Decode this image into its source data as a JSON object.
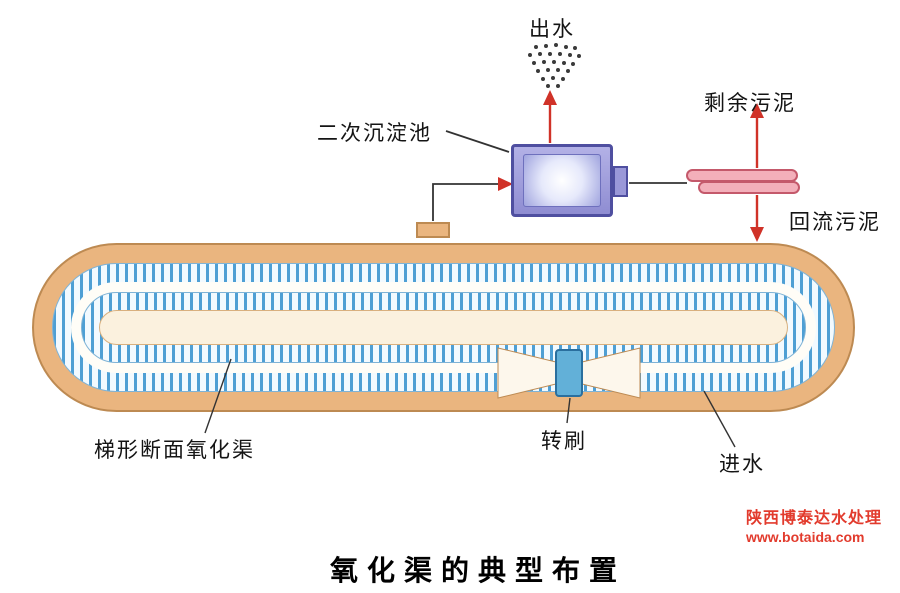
{
  "diagram": {
    "labels": {
      "effluent": "出水",
      "secondary_clarifier": "二次沉淀池",
      "excess_sludge": "剩余污泥",
      "return_sludge": "回流污泥",
      "trapezoid_channel": "梯形断面氧化渠",
      "rotor_brush": "转刷",
      "influent": "进水"
    },
    "title": "氧化渠的典型布置",
    "watermark": {
      "line1": "陕西博泰达水处理",
      "line2": "www.botaida.com"
    },
    "colors": {
      "ditch_tan": "#eab57f",
      "ditch_border": "#bd8a52",
      "hatch_blue": "#4e9fd4",
      "arrow_red": "#d03228",
      "tank_purple": "#9a98d8",
      "tank_border": "#4f4fa0",
      "disc_pink": "#f3afba",
      "disc_border": "#c4596b",
      "brush_blue": "#62b0d8",
      "watermark_red": "#e23b2d"
    }
  }
}
